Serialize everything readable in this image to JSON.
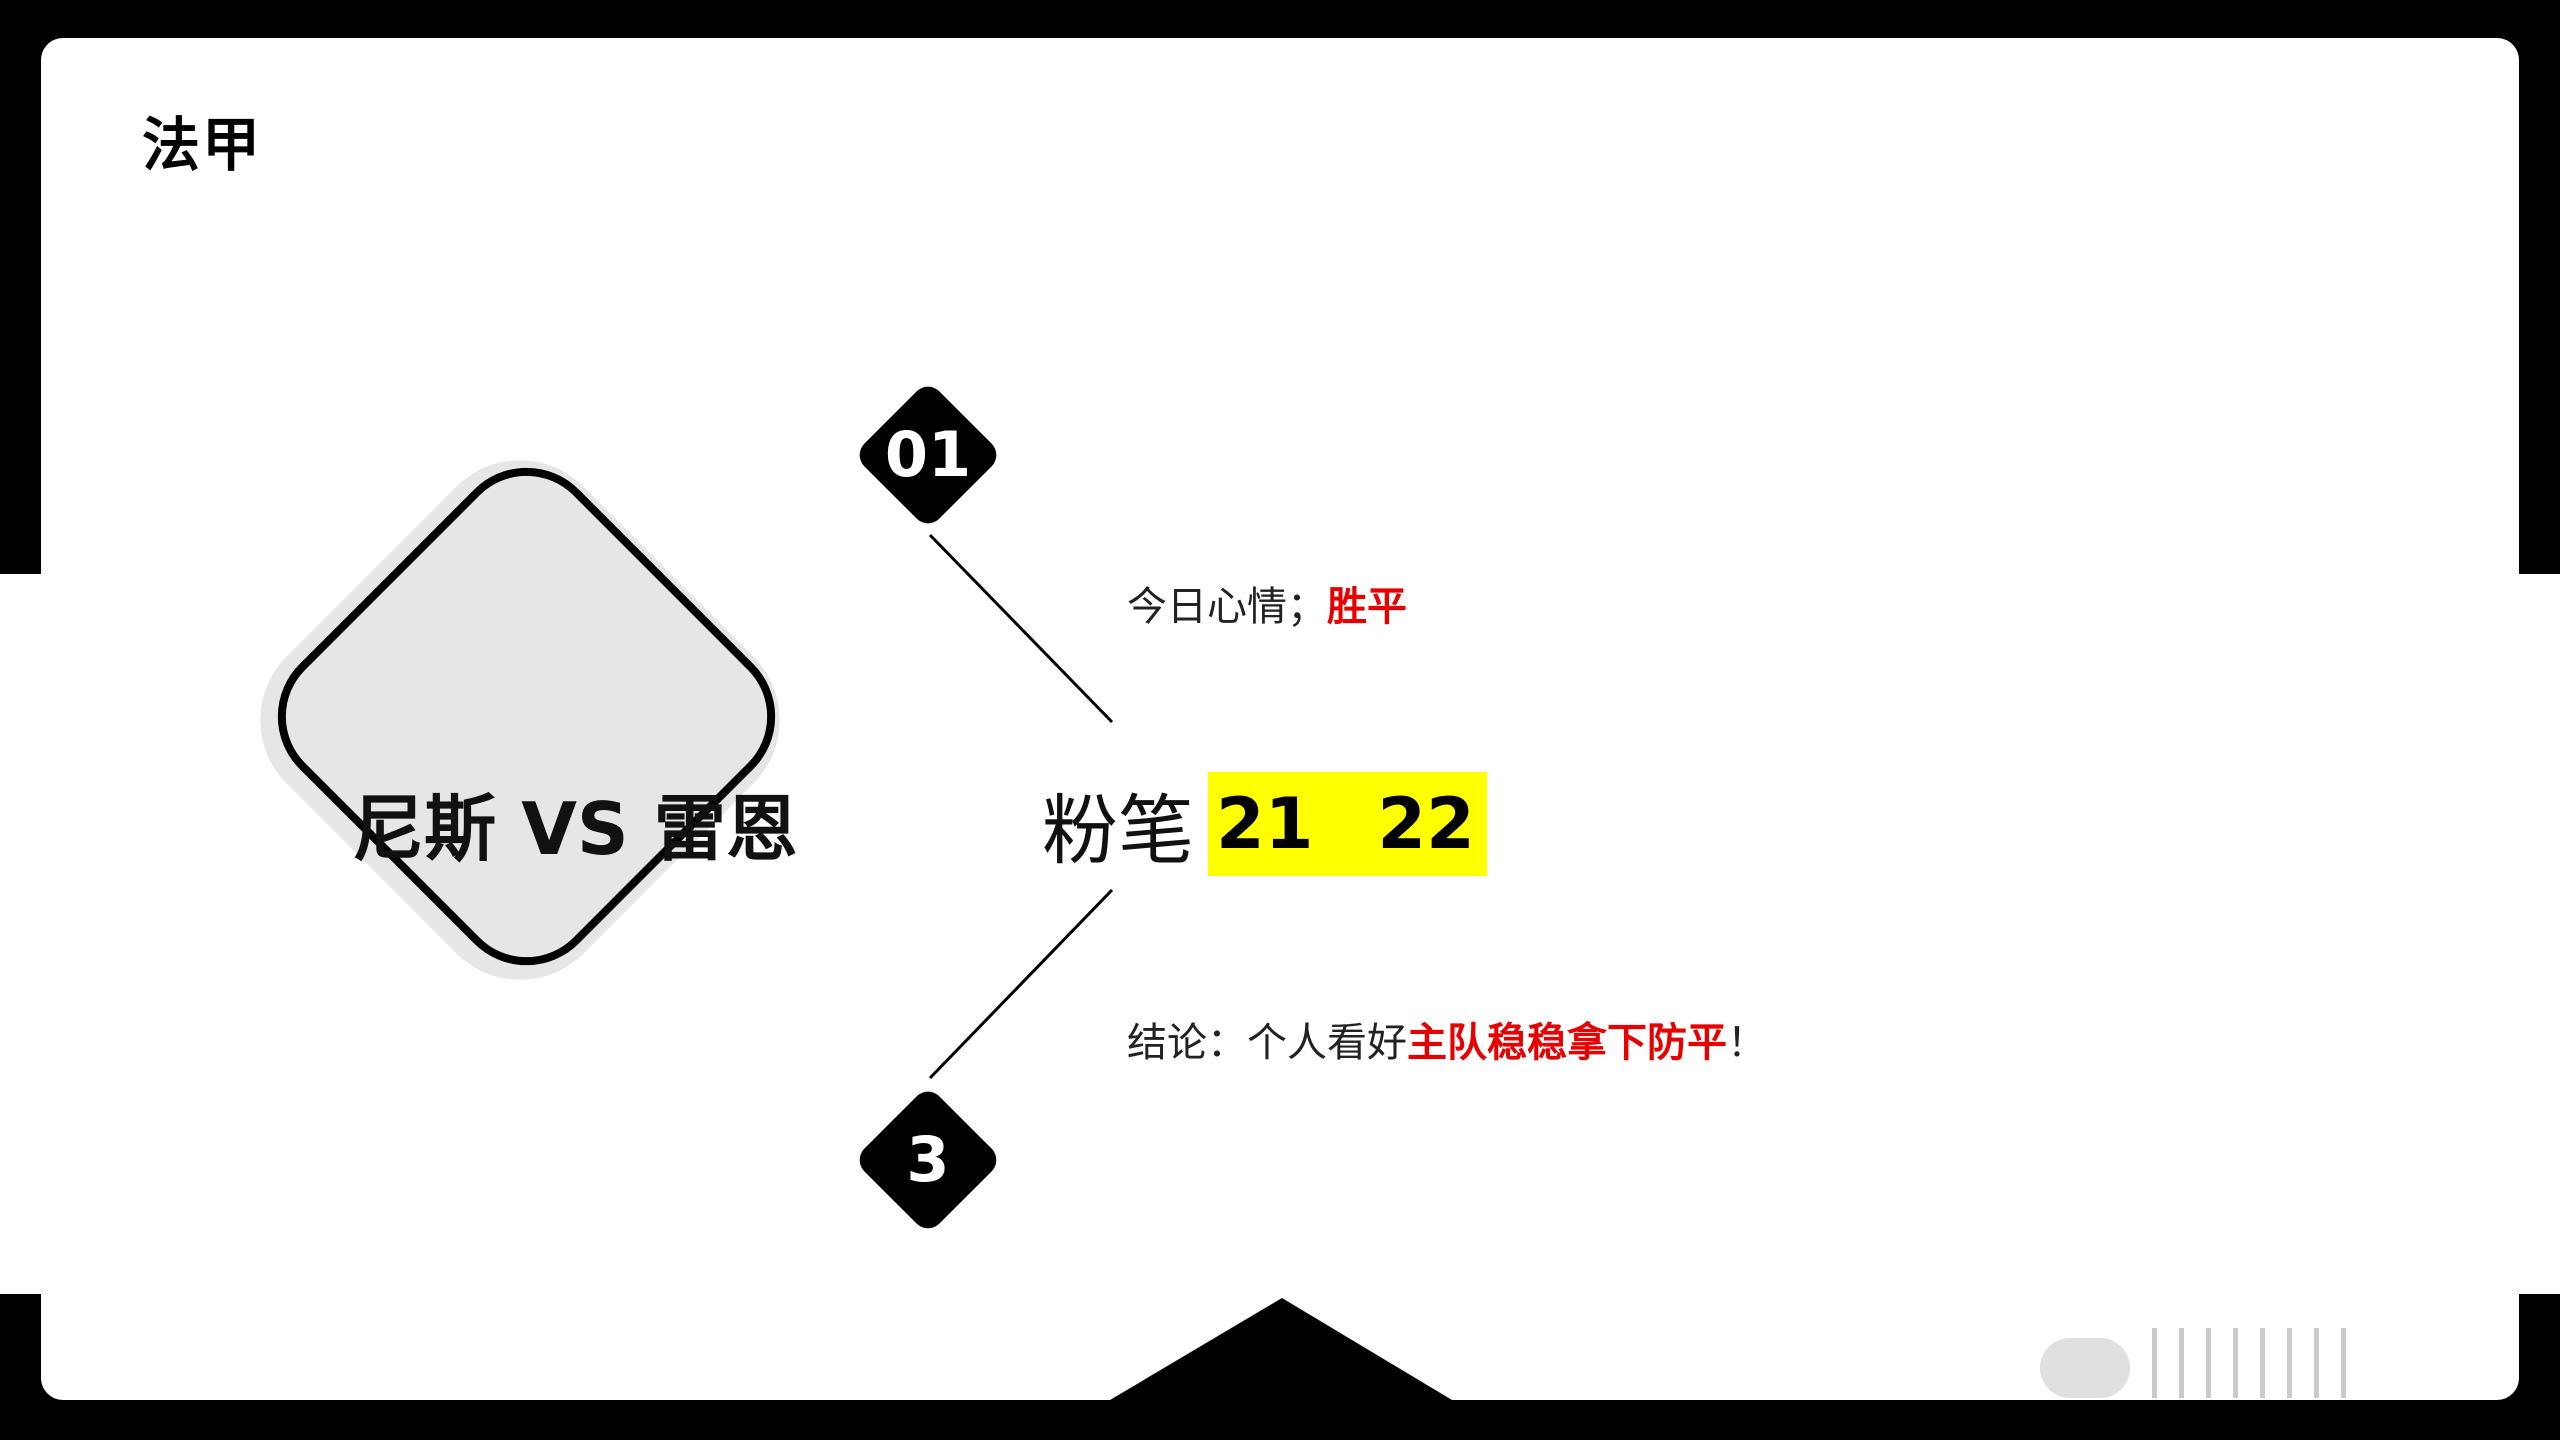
{
  "slide": {
    "title": "法甲",
    "match": "尼斯  VS 雷恩",
    "item1": {
      "number": "01",
      "label": "今日心情；",
      "value": "胜平"
    },
    "chalk": {
      "label": "粉笔",
      "value_a": "21",
      "value_b": "22"
    },
    "item3": {
      "number": "3",
      "label_prefix": "结论：个人看好",
      "label_highlight": "主队稳稳拿下防平",
      "label_suffix": "！"
    }
  },
  "colors": {
    "accent_red": "#e60000",
    "highlight_yellow": "#ffff00",
    "diamond_gray": "#e6e6e6"
  }
}
